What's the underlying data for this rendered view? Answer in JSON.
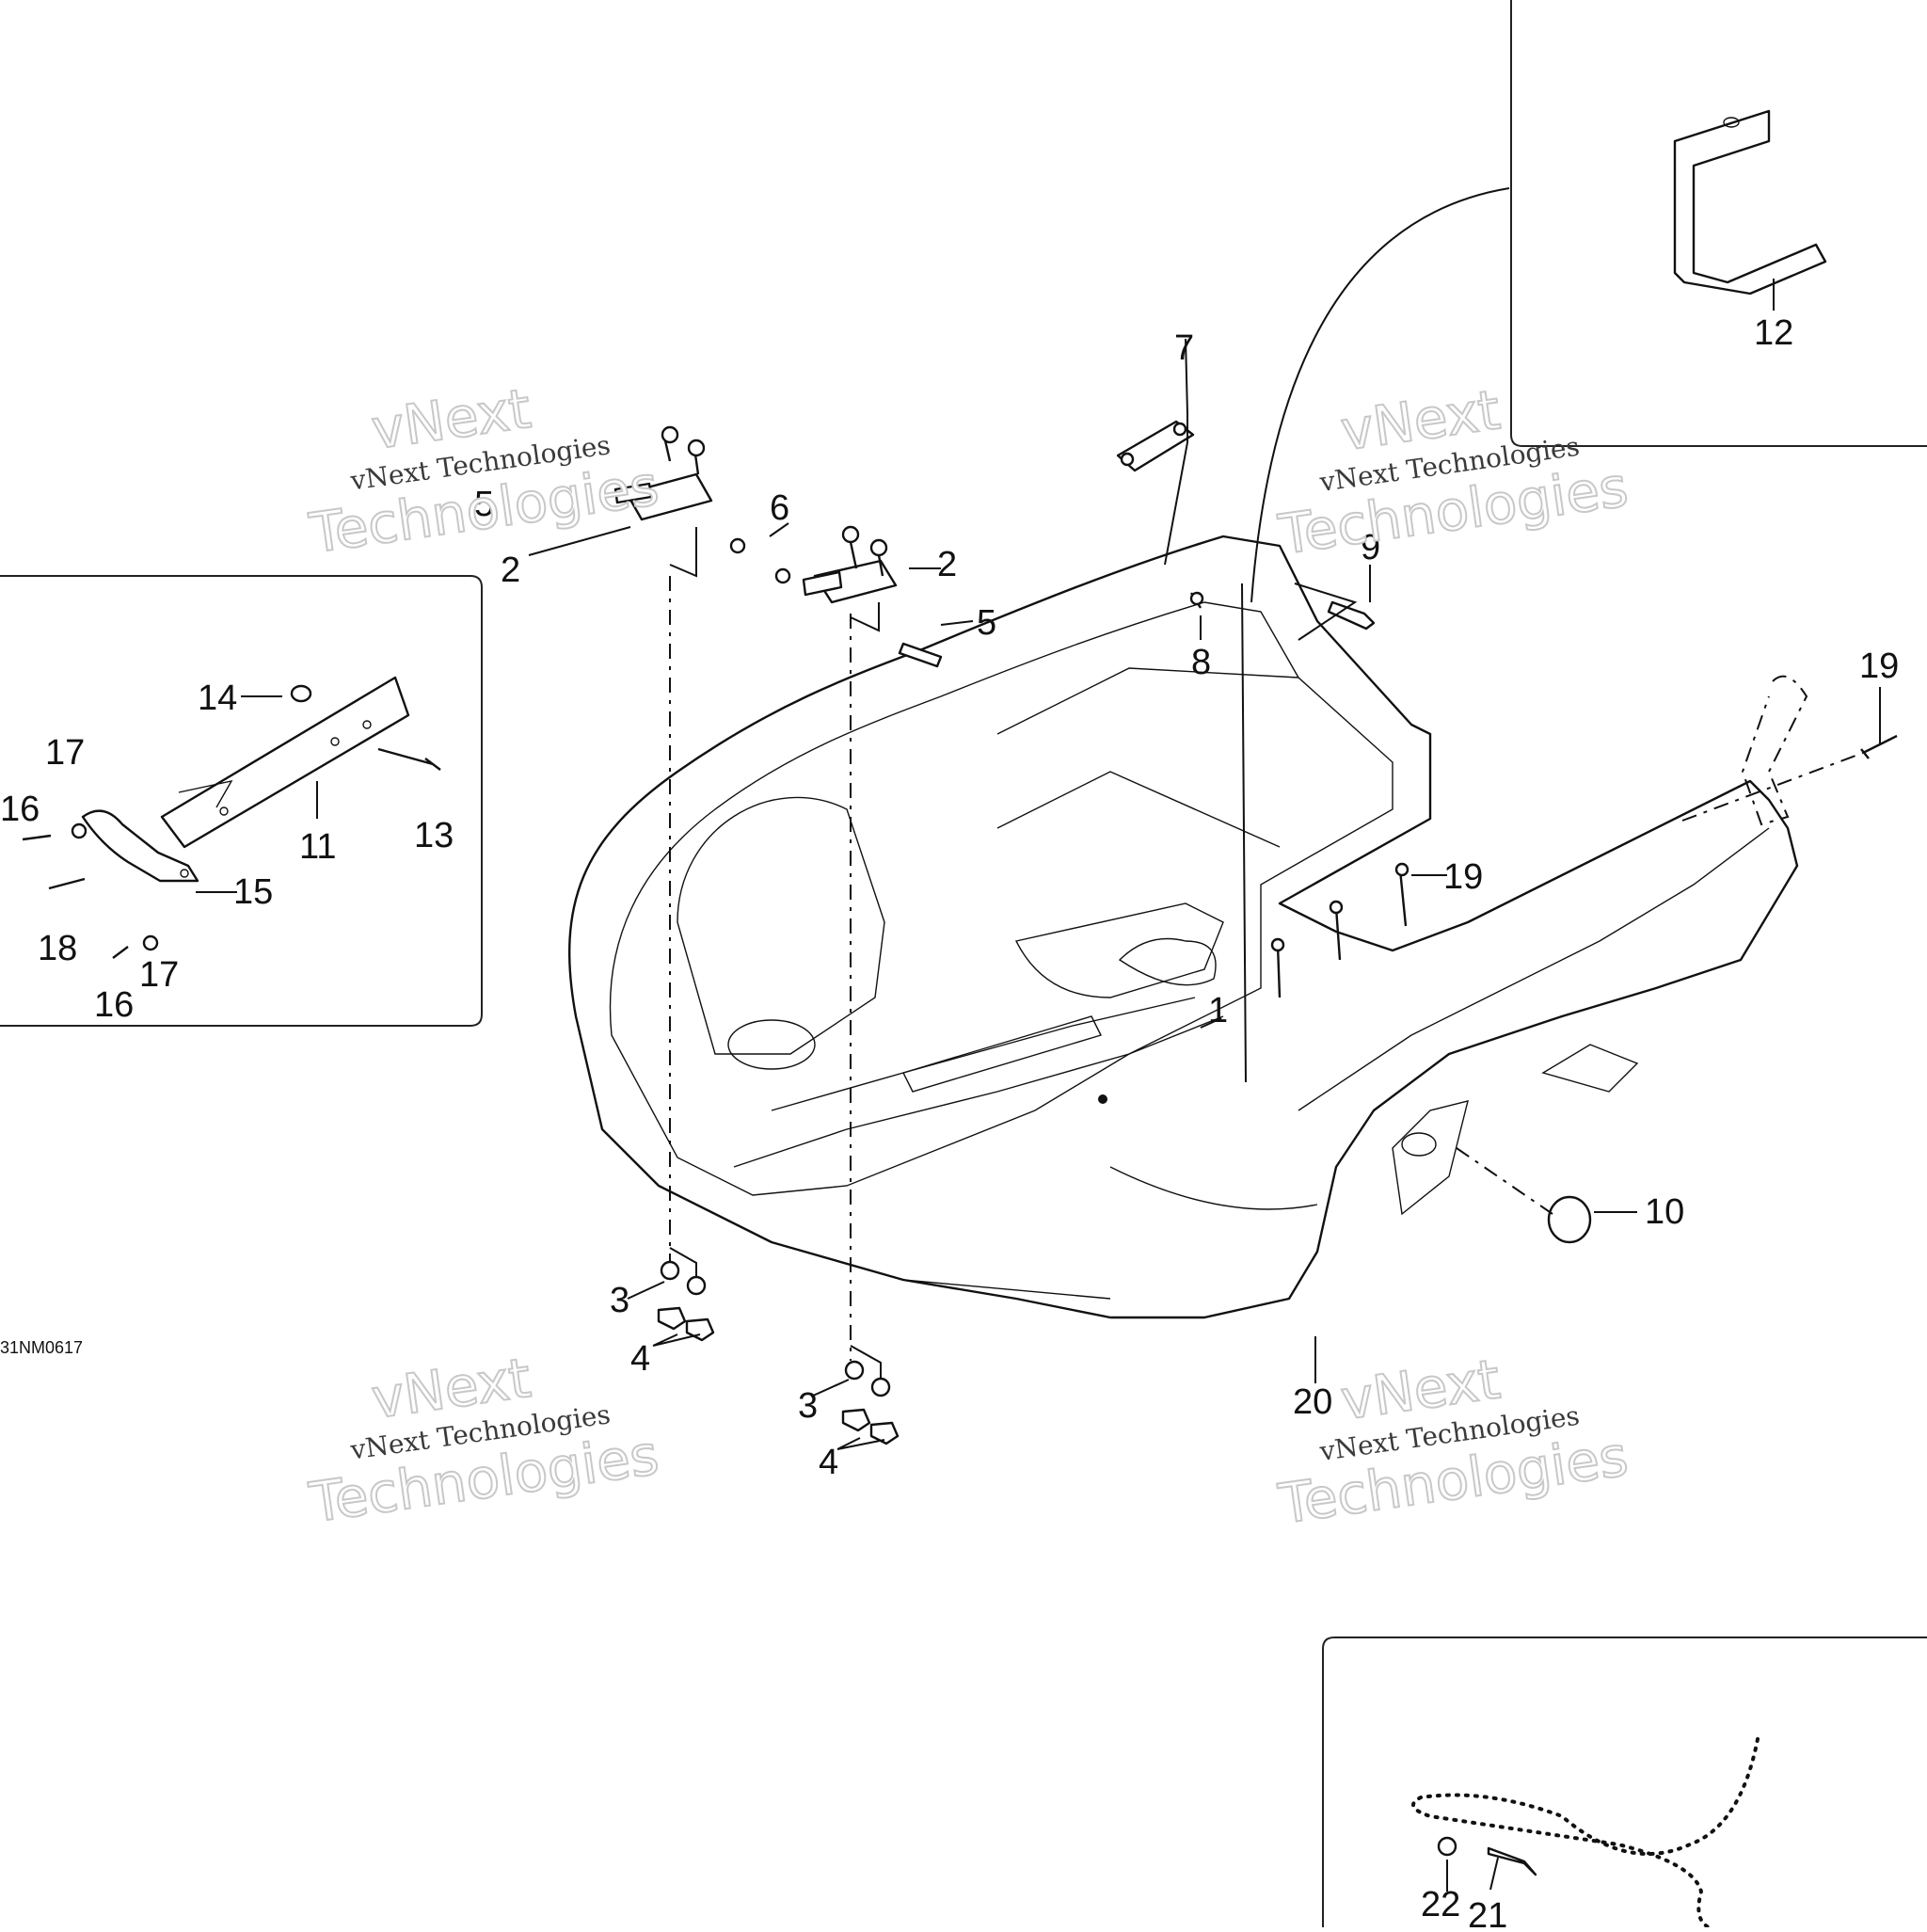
{
  "diagram": {
    "reference_code": "31NM0617",
    "callouts": {
      "c1": "1",
      "c2a": "2",
      "c2b": "2",
      "c3a": "3",
      "c3b": "3",
      "c4a": "4",
      "c4b": "4",
      "c5a": "5",
      "c5b": "5",
      "c6": "6",
      "c7": "7",
      "c8": "8",
      "c9": "9",
      "c10": "10",
      "c11": "11",
      "c12": "12",
      "c13": "13",
      "c14": "14",
      "c15": "15",
      "c16a": "16",
      "c16b": "16",
      "c17a": "17",
      "c17b": "17",
      "c18": "18",
      "c19a": "19",
      "c19b": "19",
      "c20": "20",
      "c21": "21",
      "c22": "22"
    },
    "watermark": {
      "line_small": "vNext Technologies",
      "line_big_1": "vNext",
      "line_big_2": "Technologies"
    }
  }
}
